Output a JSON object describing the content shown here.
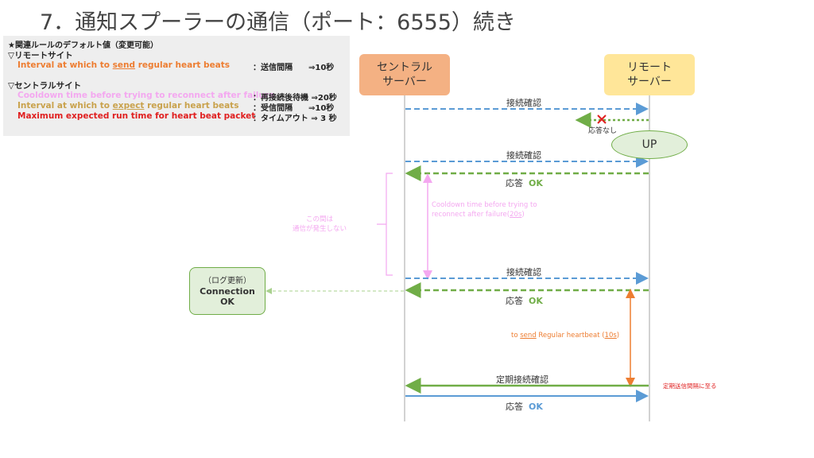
{
  "title": "7．通知スプーラーの通信（ポート：6555）続き",
  "rules": {
    "header": "★関連ルールのデフォルト値（変更可能）",
    "remote_site": "▽リモートサイト",
    "send_pre": "Interval at which to ",
    "send_word": "send",
    "send_post": " regular heart beats",
    "send_value": "：送信間隔　　⇒10秒",
    "central_site": "▽セントラルサイト",
    "cooldown": "Cooldown time before trying to reconnect after failure",
    "cooldown_value": "：再接続後待機 ⇒20秒",
    "expect_pre": "Interval at which to ",
    "expect_word": "expect",
    "expect_post": " regular heart beats",
    "expect_value": "：受信間隔　　⇒10秒",
    "maxrun": "Maximum expected run time for heart beat packet",
    "maxrun_value": "：タイムアウト ⇒ 3 秒"
  },
  "colors": {
    "send": "#ed7d31",
    "cooldown": "#f4a8f0",
    "expect": "#c9a24c",
    "timeout": "#e02020",
    "blue": "#5b9bd5",
    "green": "#70ad47"
  },
  "central": {
    "line1": "セントラル",
    "line2": "サーバー"
  },
  "remote": {
    "line1": "リモート",
    "line2": "サーバー"
  },
  "messages": {
    "confirm1": "接続確認",
    "no_response": "応答なし",
    "up": "UP",
    "confirm2": "接続確認",
    "response1": "応答",
    "ok1": "OK",
    "cooldown_note_1": "Cooldown time before trying to",
    "cooldown_note_2": "reconnect after failure(",
    "cooldown_note_val": "20s",
    "cooldown_note_end": ")",
    "brace_note_1": "この間は",
    "brace_note_2": "通信が発生しない",
    "confirm3": "接続確認",
    "response2": "応答",
    "ok2": "OK",
    "log_line1": "（ログ更新）",
    "log_line2": "Connection",
    "log_line3": "OK",
    "send_note_pre": "to ",
    "send_note_word": "send",
    "send_note_mid": " Regular heartbeat (",
    "send_note_val": "10s",
    "send_note_end": ")",
    "periodic_confirm": "定期接続確認",
    "periodic_note": "定期送信間隔に至る",
    "response3": "応答",
    "ok3": "OK"
  }
}
